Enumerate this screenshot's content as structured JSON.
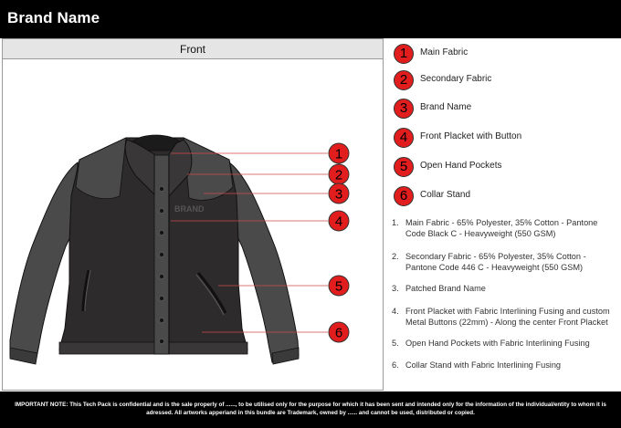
{
  "header": {
    "brand_name": "Brand Name"
  },
  "view": {
    "label": "Front"
  },
  "jacket": {
    "chest_print": "BRAND"
  },
  "callouts": [
    "1",
    "2",
    "3",
    "4",
    "5",
    "6"
  ],
  "legend": [
    {
      "number": "1",
      "label": "Main Fabric"
    },
    {
      "number": "2",
      "label": "Secondary Fabric"
    },
    {
      "number": "3",
      "label": "Brand Name"
    },
    {
      "number": "4",
      "label": "Front Placket with Button"
    },
    {
      "number": "5",
      "label": "Open Hand Pockets"
    },
    {
      "number": "6",
      "label": "Collar Stand"
    }
  ],
  "specs": [
    {
      "number": "1.",
      "text": "Main Fabric - 65% Polyester, 35% Cotton - Pantone Code Black C - Heavyweight (550 GSM)"
    },
    {
      "number": "2.",
      "text": "Secondary Fabric - 65% Polyester, 35% Cotton - Pantone Code 446 C - Heavyweight (550 GSM)"
    },
    {
      "number": "3.",
      "text": "Patched Brand Name"
    },
    {
      "number": "4.",
      "text": "Front Placket with Fabric Interlining Fusing and custom Metal Buttons (22mm) - Along the center Front Placket"
    },
    {
      "number": "5.",
      "text": "Open Hand Pockets with Fabric Interlining Fusing"
    },
    {
      "number": "6.",
      "text": "Collar Stand with Fabric Interlining Fusing"
    }
  ],
  "footer": {
    "line1": "IMPORTANT NOTE: This Tech Pack is confidential and is the sale properly of ......, to be utilised only for the purpose for which it has been sent and intended only for the information of the individual/entity to whom it is",
    "line2": "adressed. All artworks apperiand in this bundle are Trademark, owned by ...... and cannot be used, distributed or copied."
  },
  "colors": {
    "main_fabric": "#2e2b2d",
    "secondary_fabric": "#4a4a4a",
    "callout_red": "#e11d1d",
    "header_bg": "#000000"
  }
}
